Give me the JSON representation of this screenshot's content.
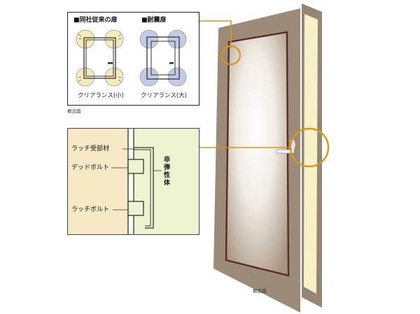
{
  "top_panel": {
    "left_title": "■同社従来の扉",
    "right_title": "■耐震扉",
    "left_caption": "クリアランス(小)",
    "right_caption": "クリアランス(大)"
  },
  "note_top": "概念図",
  "latch_panel": {
    "latch_receiver": "ラッチ受部材",
    "deadbolt": "デッドボルト",
    "latchbolt": "ラッチボルト",
    "nonelastic": "非弾性体"
  },
  "note_door": "概念図",
  "colors": {
    "door_frame": "#9c8b78",
    "door_panel_edge": "#5a2a25",
    "accent_orange": "#d6951e",
    "warm_yellow": "#f8ebbb",
    "cool_blue": "#c2cbe6",
    "latch_cream": "#f7e8c6",
    "latch_green": "#eef3d2",
    "door_side": "#f6f1c6"
  }
}
